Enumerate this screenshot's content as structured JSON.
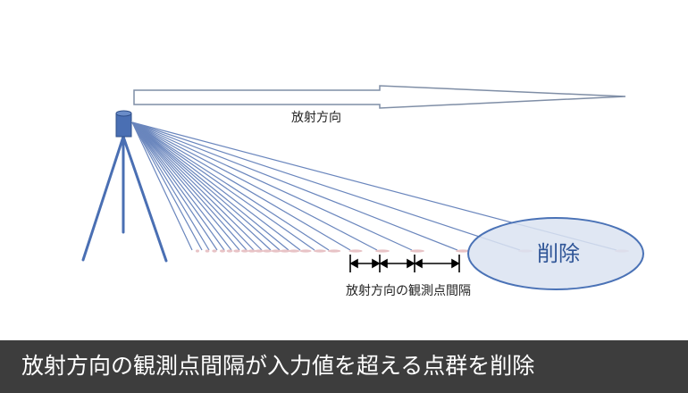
{
  "diagram": {
    "direction_label": "放射方向",
    "interval_label": "放射方向の観測点間隔",
    "delete_label": "削除"
  },
  "caption": {
    "text": "放射方向の観測点間隔が入力値を超える点群を削除"
  },
  "colors": {
    "scanner_blue": "#4a6fb3",
    "ray_blue": "#6a86bd",
    "ellipse_fill": "#dbe3f1",
    "ellipse_stroke": "#4a72b6",
    "delete_text": "#2f5597",
    "caption_bg": "#3d3d3d",
    "point_pink": "#e8c3c6"
  }
}
